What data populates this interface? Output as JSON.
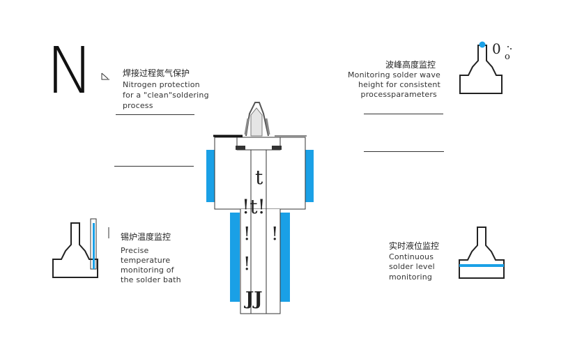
{
  "nitrogen": {
    "symbol": "N",
    "title_zh": "焊接过程氮气保护",
    "desc_lines": [
      "Nitrogen protection",
      "for a \"clean\"soldering",
      "process"
    ]
  },
  "wave_height": {
    "title_zh": "波峰高度监控",
    "desc_lines": [
      "Monitoring solder wave",
      "height for consistent",
      "processparameters"
    ]
  },
  "temperature": {
    "title_zh": "锡炉温度监控",
    "desc_lines": [
      "Precise",
      "temperature",
      "monitoring of",
      "the solder bath"
    ]
  },
  "level": {
    "title_zh": "实时液位监控",
    "desc_lines": [
      "Continuous",
      "solder level",
      "monitoring"
    ]
  },
  "nozzle_glyphs": [
    "t",
    "!t!",
    "!",
    "!",
    "!",
    "JJ"
  ],
  "colors": {
    "accent": "#1aa0e6",
    "line": "#333333"
  }
}
